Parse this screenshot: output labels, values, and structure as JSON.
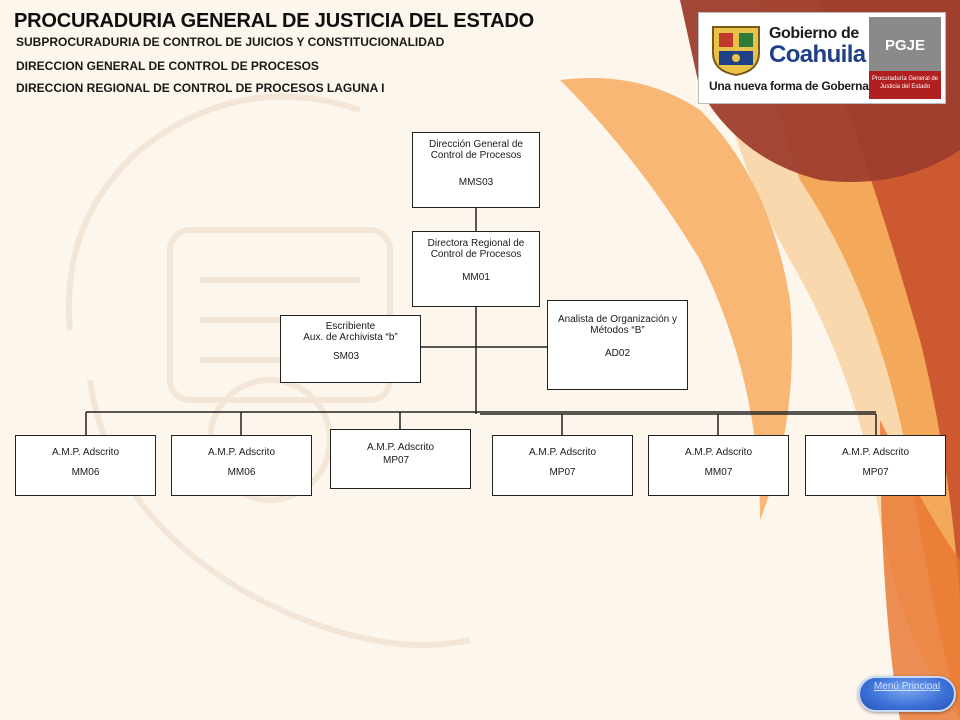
{
  "header": {
    "title": "PROCURADURIA GENERAL DE JUSTICIA DEL ESTADO",
    "line1": "SUBPROCURADURIA DE CONTROL DE JUICIOS Y CONSTITUCIONALIDAD",
    "line2": "DIRECCION GENERAL DE CONTROL DE PROCESOS",
    "line3": "DIRECCION REGIONAL DE CONTROL DE PROCESOS LAGUNA I"
  },
  "logo": {
    "gob_top": "Gobierno de",
    "gob_main": "Coahuila",
    "slogan": "Una nueva forma de Gobernar",
    "pgje": "PGJE",
    "pgje_sub": "Procuraduría General de Justicia del Estado"
  },
  "org": {
    "director_general": {
      "title": "Dirección General de Control de Procesos",
      "code": "MMS03"
    },
    "directora_regional": {
      "title": "Directora Regional de Control de Procesos",
      "code": "MM01"
    },
    "escribiente": {
      "title1": "Escribiente",
      "title2": "Aux. de Archivista “b”",
      "code": "SM03"
    },
    "analista": {
      "title": "Analista de Organización y Métodos “B”",
      "code": "AD02"
    },
    "amp": [
      {
        "title": "A.M.P. Adscrito",
        "code": "MM06"
      },
      {
        "title": "A.M.P. Adscrito",
        "code": "MM06"
      },
      {
        "title": "A.M.P. Adscrito",
        "code": "MP07"
      },
      {
        "title": "A.M.P. Adscrito",
        "code": "MP07"
      },
      {
        "title": "A.M.P. Adscrito",
        "code": "MM07"
      },
      {
        "title": "A.M.P. Adscrito",
        "code": "MP07"
      }
    ]
  },
  "menu_button": {
    "label": "Menú Principal"
  },
  "colors": {
    "background": "#fdf6ec",
    "swoosh_orange": "#f3a04a",
    "swoosh_dark": "#a8482f",
    "swoosh_red": "#c8502a",
    "button_blue": "#3b6fd6"
  }
}
